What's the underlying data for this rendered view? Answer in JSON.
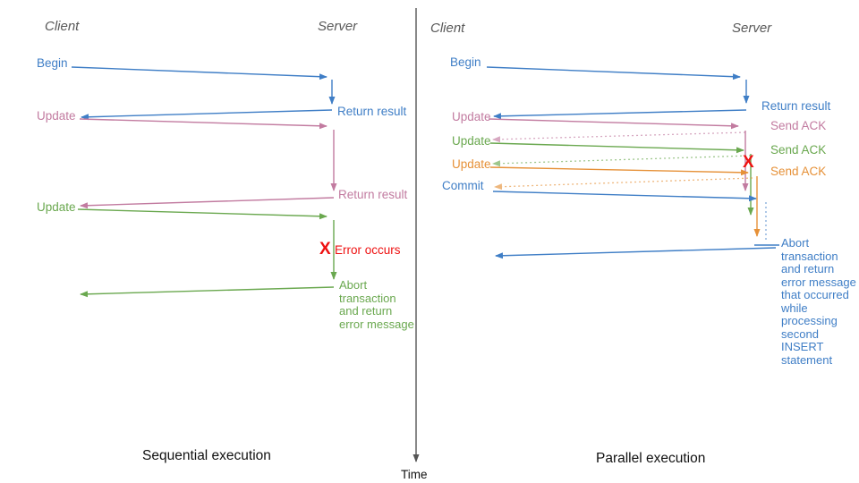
{
  "colors": {
    "blue": "#3f7ec6",
    "pink": "#c27ba0",
    "green": "#6aa84f",
    "orange": "#e69138",
    "red": "#ee1111",
    "gray": "#595959"
  },
  "time_axis": {
    "label": "Time"
  },
  "sequential": {
    "title": "Sequential execution",
    "client_header": "Client",
    "server_header": "Server",
    "labels": {
      "begin": "Begin",
      "update1": "Update",
      "return1": "Return result",
      "return2": "Return result",
      "update2": "Update",
      "error_x": "X",
      "error": "Error occurs",
      "abort_lines": [
        "Abort",
        "transaction",
        "and return",
        "error message"
      ]
    }
  },
  "parallel": {
    "title": "Parallel execution",
    "client_header": "Client",
    "server_header": "Server",
    "labels": {
      "begin": "Begin",
      "return_result": "Return result",
      "updates": [
        "Update",
        "Update",
        "Update"
      ],
      "commit": "Commit",
      "acks": [
        "Send ACK",
        "Send ACK",
        "Send ACK"
      ],
      "error_x": "X",
      "abort_lines": [
        "Abort",
        "transaction",
        "and return",
        "error message",
        "that occurred",
        "while",
        "processing",
        "second",
        "INSERT",
        "statement"
      ]
    }
  }
}
